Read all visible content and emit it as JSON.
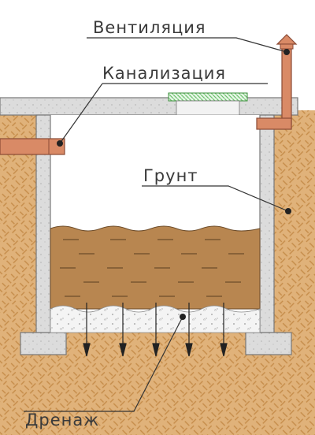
{
  "labels": {
    "ventilation": "Вентиляция",
    "sewer": "Канализация",
    "soil": "Грунт",
    "drainage": "Дренаж"
  },
  "colors": {
    "soil": "#e0b27a",
    "soil_hatch": "#c58c4a",
    "concrete": "#dcdcdc",
    "concrete_stroke": "#777777",
    "pipe": "#d98a66",
    "pipe_stroke": "#8a4a35",
    "sludge": "#b88650",
    "gravel": "#f4f4f4",
    "hatch_green": "#6cc36c",
    "leader": "#333333"
  }
}
